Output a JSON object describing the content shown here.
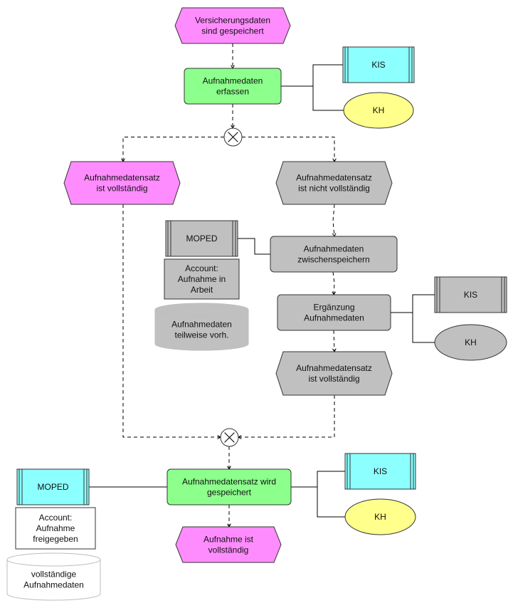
{
  "colors": {
    "event": "#ff8cff",
    "event_inactive": "#c0c0c0",
    "function": "#8cff8c",
    "function_inactive": "#c0c0c0",
    "system": "#8cffff",
    "system_inactive": "#c0c0c0",
    "unit": "#ffff8c",
    "unit_inactive": "#c0c0c0",
    "document": "#ffffff",
    "db_inactive": "#c0c0c0",
    "line": "#000000"
  },
  "nodes": {
    "ev_saved": {
      "lines": [
        "Versicherungsdaten",
        "sind gespeichert"
      ],
      "shape": "event",
      "active": true
    },
    "fn_capture": {
      "lines": [
        "Aufnahmedaten",
        "erfassen"
      ],
      "shape": "function",
      "active": true
    },
    "sys_kis_1": {
      "lines": [
        "KIS"
      ],
      "shape": "system",
      "active": true
    },
    "org_kh_1": {
      "lines": [
        "KH"
      ],
      "shape": "unit",
      "active": true
    },
    "xor_split": {
      "lines": [],
      "shape": "xor"
    },
    "ev_complete_1": {
      "lines": [
        "Aufnahmedatensatz",
        "ist vollständig"
      ],
      "shape": "event",
      "active": true
    },
    "ev_incomplete": {
      "lines": [
        "Aufnahmedatensatz",
        "ist nicht vollständig"
      ],
      "shape": "event",
      "active": false
    },
    "sys_moped_1": {
      "lines": [
        "MOPED"
      ],
      "shape": "system",
      "active": false
    },
    "fn_buffer": {
      "lines": [
        "Aufnahmedaten",
        "zwischenspeichern"
      ],
      "shape": "function",
      "active": false
    },
    "doc_account_1": {
      "lines": [
        "Account:",
        "Aufnahme in",
        "Arbeit"
      ],
      "shape": "document",
      "active": false
    },
    "db_partial": {
      "lines": [
        "Aufnahmedaten",
        "teilweise vorh."
      ],
      "shape": "db",
      "active": false
    },
    "fn_supplement": {
      "lines": [
        "Ergänzung",
        "Aufnahmedaten"
      ],
      "shape": "function",
      "active": false
    },
    "sys_kis_2": {
      "lines": [
        "KIS"
      ],
      "shape": "system",
      "active": false
    },
    "org_kh_2": {
      "lines": [
        "KH"
      ],
      "shape": "unit",
      "active": false
    },
    "ev_complete_2": {
      "lines": [
        "Aufnahmedatensatz",
        "ist vollständig"
      ],
      "shape": "event",
      "active": false
    },
    "xor_join": {
      "lines": [],
      "shape": "xor"
    },
    "fn_store": {
      "lines": [
        "Aufnahmedatensatz wird",
        "gespeichert"
      ],
      "shape": "function",
      "active": true
    },
    "sys_moped_2": {
      "lines": [
        "MOPED"
      ],
      "shape": "system",
      "active": true
    },
    "doc_account_2": {
      "lines": [
        "Account:",
        "Aufnahme",
        "freigegeben"
      ],
      "shape": "document",
      "active": true
    },
    "db_complete": {
      "lines": [
        "vollständige",
        "Aufnahmedaten"
      ],
      "shape": "db",
      "active": true
    },
    "sys_kis_3": {
      "lines": [
        "KIS"
      ],
      "shape": "system",
      "active": true
    },
    "org_kh_3": {
      "lines": [
        "KH"
      ],
      "shape": "unit",
      "active": true
    },
    "ev_final": {
      "lines": [
        "Aufnahme ist",
        "vollständig"
      ],
      "shape": "event",
      "active": true
    }
  },
  "edges": [
    {
      "from": "ev_saved",
      "to": "fn_capture",
      "kind": "flow"
    },
    {
      "from": "fn_capture",
      "to": "xor_split",
      "kind": "flow"
    },
    {
      "from": "xor_split",
      "to": "ev_complete_1",
      "kind": "flow"
    },
    {
      "from": "xor_split",
      "to": "ev_incomplete",
      "kind": "flow"
    },
    {
      "from": "ev_incomplete",
      "to": "fn_buffer",
      "kind": "flow"
    },
    {
      "from": "fn_buffer",
      "to": "fn_supplement",
      "kind": "flow"
    },
    {
      "from": "fn_supplement",
      "to": "ev_complete_2",
      "kind": "flow"
    },
    {
      "from": "ev_complete_1",
      "to": "xor_join",
      "kind": "flow"
    },
    {
      "from": "ev_complete_2",
      "to": "xor_join",
      "kind": "flow"
    },
    {
      "from": "xor_join",
      "to": "fn_store",
      "kind": "flow"
    },
    {
      "from": "fn_store",
      "to": "ev_final",
      "kind": "flow"
    },
    {
      "from": "fn_capture",
      "to": "sys_kis_1",
      "kind": "assoc"
    },
    {
      "from": "fn_capture",
      "to": "org_kh_1",
      "kind": "assoc"
    },
    {
      "from": "fn_buffer",
      "to": "sys_moped_1",
      "kind": "assoc"
    },
    {
      "from": "fn_supplement",
      "to": "sys_kis_2",
      "kind": "assoc"
    },
    {
      "from": "fn_supplement",
      "to": "org_kh_2",
      "kind": "assoc"
    },
    {
      "from": "fn_store",
      "to": "sys_moped_2",
      "kind": "assoc"
    },
    {
      "from": "fn_store",
      "to": "sys_kis_3",
      "kind": "assoc"
    },
    {
      "from": "fn_store",
      "to": "org_kh_3",
      "kind": "assoc"
    }
  ]
}
